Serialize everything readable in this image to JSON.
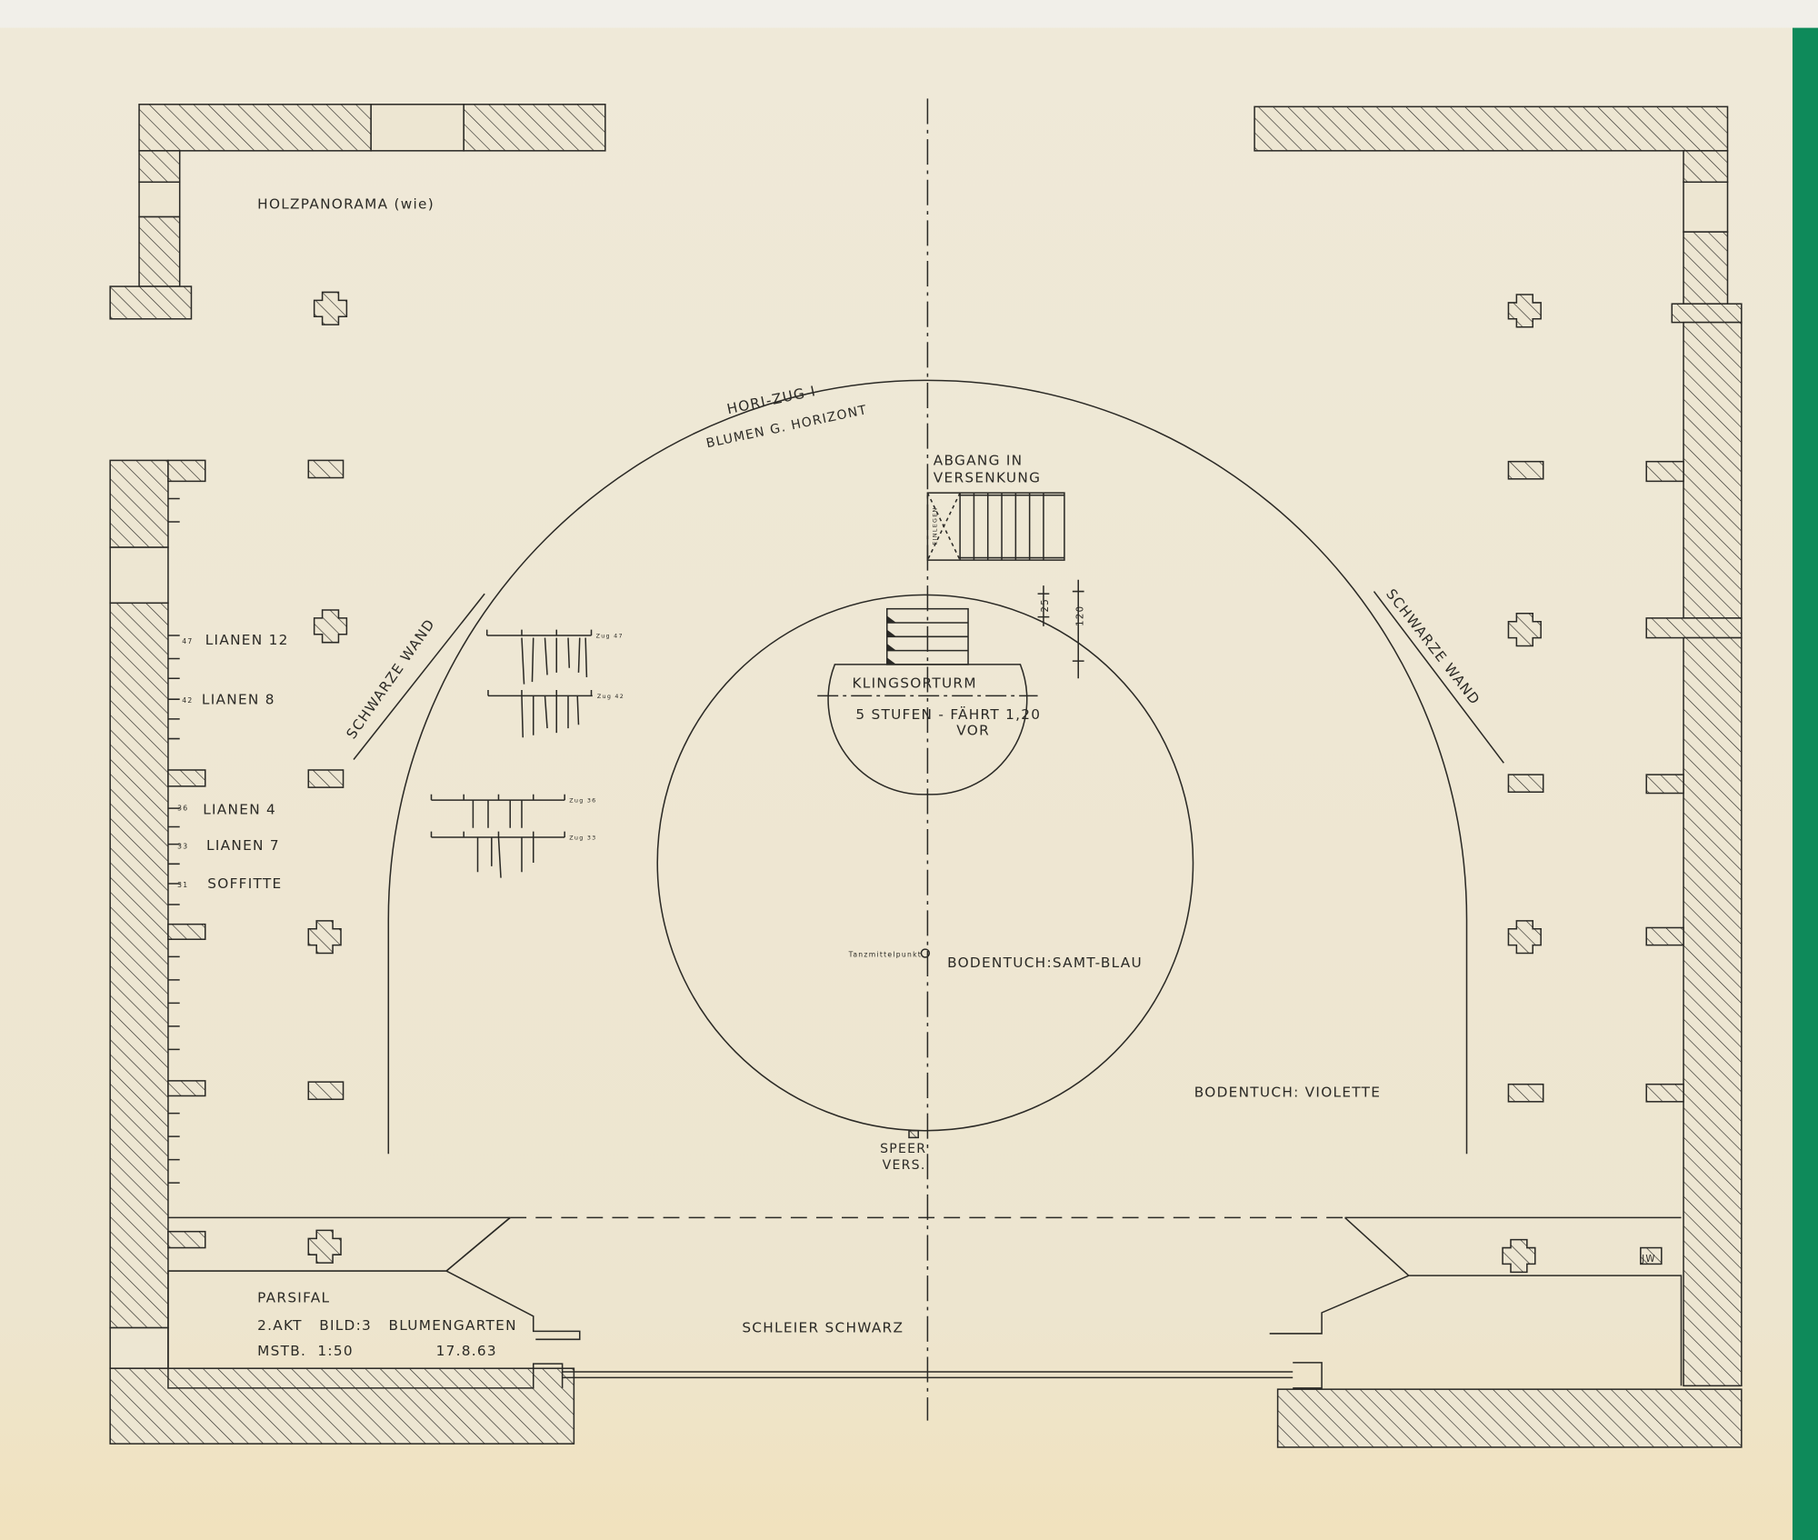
{
  "title_block": {
    "production": "PARSIFAL",
    "act_scene": "2.AKT   BILD:3   BLUMENGARTEN",
    "scale": "MSTB.  1:50",
    "date": "17.8.63"
  },
  "labels": {
    "holzpanorama": "HOLZPANORAMA  (wie)",
    "hori_zug": "HORI-ZUG I",
    "blumen_horizont": "BLUMEN G. HORIZONT",
    "abgang_1": "ABGANG  IN",
    "abgang_2": "VERSENKUNG",
    "einlegen": "EINLEGEN",
    "klingsorturm": "KLINGSORTURM",
    "stufen": "5 STUFEN - FÄHRT 1,20",
    "vor": "VOR",
    "dim_25": "25",
    "dim_120": "120",
    "schwarze_wand_left": "SCHWARZE  WAND",
    "schwarze_wand_right": "SCHWARZE  WAND",
    "tanzmittelpunkt": "Tanzmittelpunkt",
    "bodentuch_samt": "BODENTUCH:SAMT-BLAU",
    "bodentuch_violett": "BODENTUCH: VIOLETTE",
    "speer_1": "SPEER",
    "speer_2": "VERS.",
    "schleier": "SCHLEIER  SCHWARZ",
    "initials": "JW"
  },
  "battens": [
    {
      "num": "47",
      "label": "LIANEN 12"
    },
    {
      "num": "42",
      "label": "LIANEN 8"
    },
    {
      "num": "36",
      "label": "LIANEN  4"
    },
    {
      "num": "33",
      "label": "LIANEN 7"
    },
    {
      "num": "31",
      "label": "SOFFITTE"
    }
  ],
  "zug_labels": [
    "Zug 47",
    "Zug 42",
    "Zug 36",
    "Zug 33"
  ],
  "colors": {
    "paper": "#ede6d2",
    "ink": "#2b2a26",
    "tape": "#0e8a5a"
  }
}
